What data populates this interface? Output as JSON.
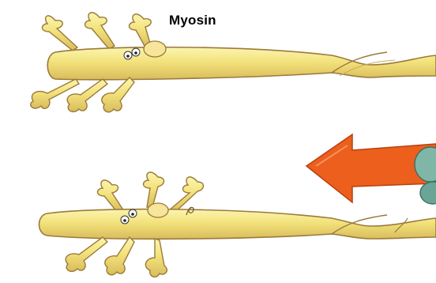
{
  "labels": {
    "myosin": "Myosin"
  },
  "colors": {
    "filament_fill": "#f6ec8a",
    "filament_shade": "#e2c862",
    "outline": "#9a7a3a",
    "arrow": "#ec5f1c",
    "partner_blob": "#7fb6a8",
    "background": "#ffffff"
  },
  "icons": [
    "myosin-filament-top",
    "myosin-filament-bottom",
    "leftward-arrow"
  ]
}
